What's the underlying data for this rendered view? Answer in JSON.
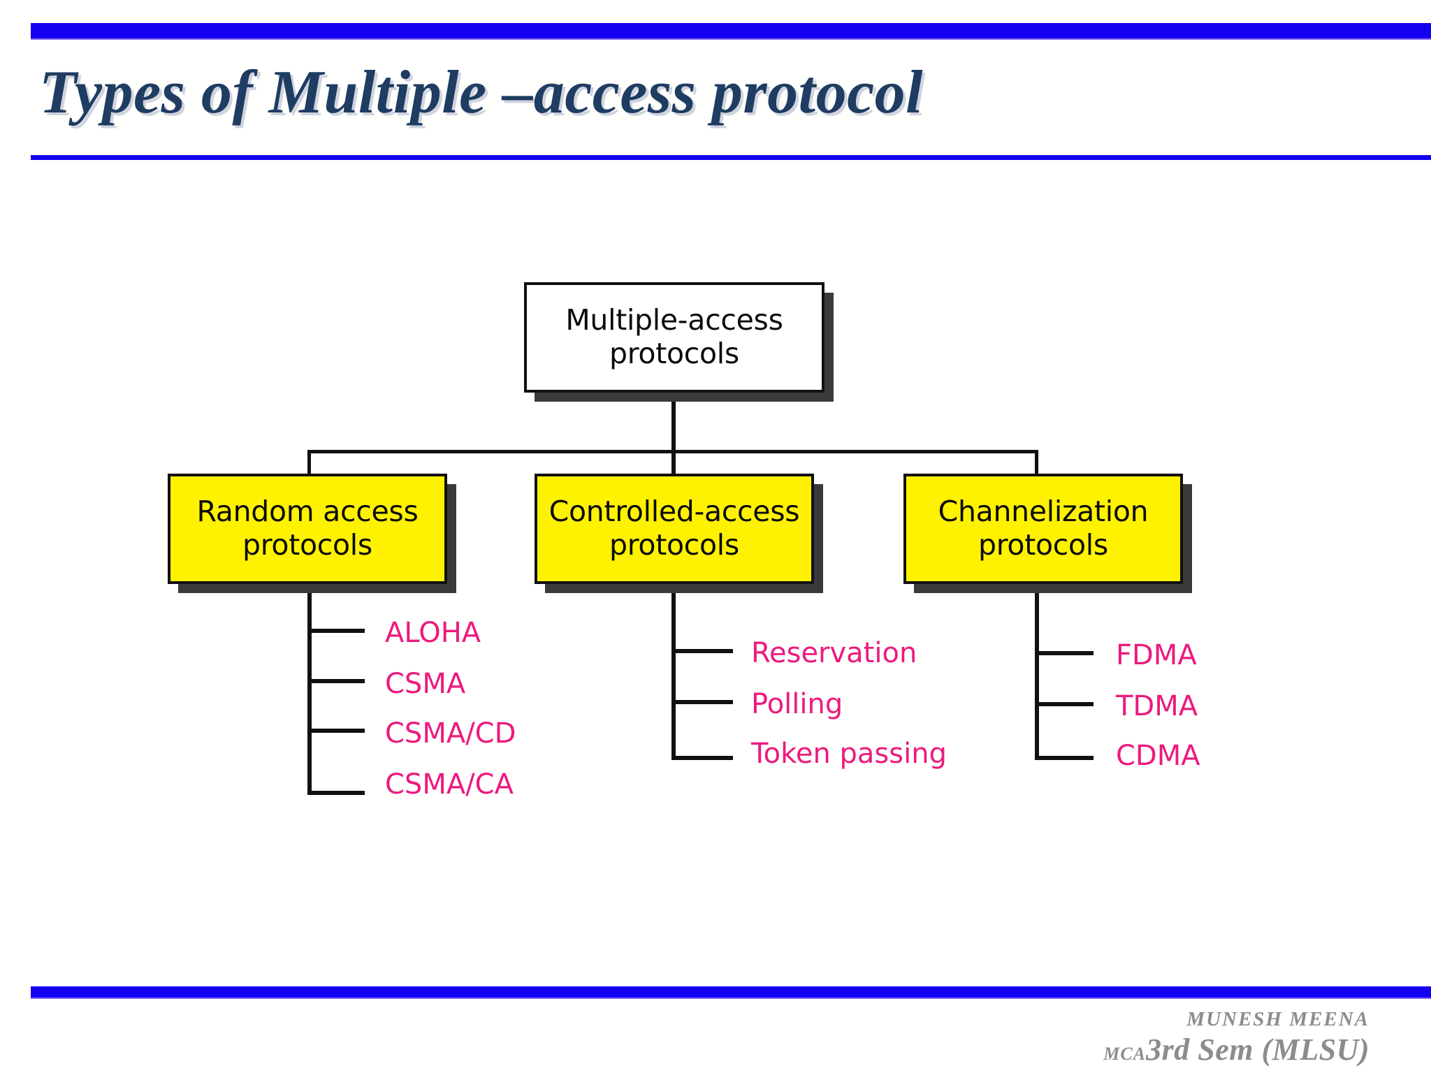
{
  "slide": {
    "title": "Types of Multiple –access protocol",
    "accent_blue": "#1400F0",
    "title_color": "#1F3C62",
    "node_yellow": "#FFF200",
    "leaf_pink": "#EC1A7E"
  },
  "footer": {
    "author": "MUNESH   MEENA",
    "course": "MCA",
    "program": "3rd Sem (MLSU)"
  },
  "diagram": {
    "root": {
      "label": "Multiple-access protocols",
      "line1": "Multiple-access",
      "line2": "protocols"
    },
    "branches": [
      {
        "id": "random-access",
        "line1": "Random access",
        "line2": "protocols",
        "leaves": [
          "ALOHA",
          "CSMA",
          "CSMA/CD",
          "CSMA/CA"
        ]
      },
      {
        "id": "controlled-access",
        "line1": "Controlled-access",
        "line2": "protocols",
        "leaves": [
          "Reservation",
          "Polling",
          "Token passing"
        ]
      },
      {
        "id": "channelization",
        "line1": "Channelization",
        "line2": "protocols",
        "leaves": [
          "FDMA",
          "TDMA",
          "CDMA"
        ]
      }
    ]
  }
}
